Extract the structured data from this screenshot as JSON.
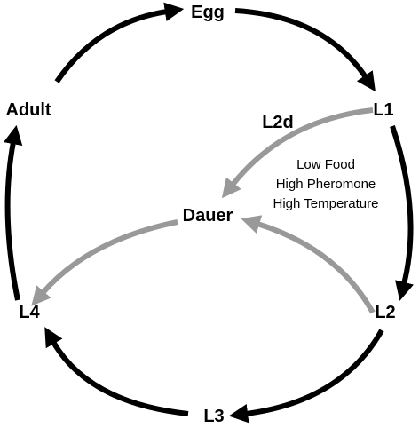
{
  "colors": {
    "main_cycle": "#000000",
    "dauer_path": "#999999"
  },
  "stages": {
    "egg": "Egg",
    "l1": "L1",
    "l2": "L2",
    "l3": "L3",
    "l4": "L4",
    "adult": "Adult",
    "dauer": "Dauer"
  },
  "paths": {
    "l2d": "L2d"
  },
  "conditions": {
    "line1": "Low Food",
    "line2": "High Pheromone",
    "line3": "High Temperature"
  }
}
